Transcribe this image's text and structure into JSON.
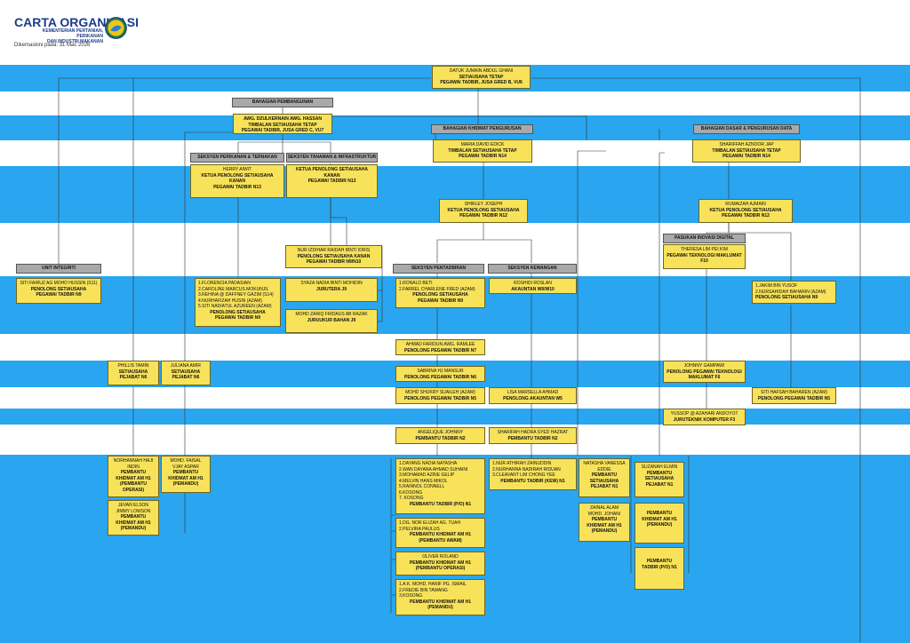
{
  "header": {
    "title": "CARTA ORGANISASI",
    "ministry": "KEMENTERIAN PERTANIAN, PERIKANAN\nDAN INDUSTRI MAKANAN",
    "updated": "Dikemaskini pada: 31 Mac 2026",
    "logo_icon": "ministry-logo"
  },
  "colors": {
    "band": "#29a6ef",
    "box": "#f7e25a",
    "section_header": "#a9a9a9",
    "title": "#1c3a8a"
  },
  "headers": {
    "pembangunan": "BAHAGIAN PEMBANGUNAN",
    "khidmat": "BAHAGIAN KHIDMAT PENGURUSAN",
    "dasar": "BAHAGIAN DASAR & PENGURUSAN DATA",
    "perikanan": "SEKSYEN PERIKANAN & TERNAKAN",
    "tanaman": "SEKSYEN TANAMAN & INFRASTRUKTUR",
    "integriti": "UNIT INTEGRITI",
    "pentadbiran": "SEKSYEN PENTADBIRAN",
    "kewangan": "SEKSYEN KEWANGAN",
    "inovasi": "PASUKAN INOVASI DIGITAL"
  },
  "boxes": {
    "setiausaha": {
      "name": "DATUK JUMAIN ABDUL GHANI",
      "title": "SETIAUSAHA TETAP\nPEGAWAI TADBIR, JUSA GRED B, VU6"
    },
    "timb_pembangunan": {
      "name": "",
      "title": "AWG. DZULKERNAIN AWG. HASSAN\nTIMBALAN SETIAUSAHA TETAP\nPEGAWAI TADBIR, JUSA GRED C, VU7"
    },
    "timb_khidmat": {
      "name": "MARIA DAVID EDICK",
      "title": "TIMBALAN SETIAUSAHA TETAP\nPEGAWAI TADBIR N14"
    },
    "timb_dasar": {
      "name": "SHARIFFAH AZNOOR JAP",
      "title": "TIMBALAN SETIAUSAHA TETAP\nPEGAWAI TADBIR N14"
    },
    "herry": {
      "name": "HERRY AIWIT",
      "title": "KETUA PENOLONG SETIAUSAHA\nKANAN\nPEGAWAI TADBIR N13"
    },
    "kps_tanaman": {
      "name": "",
      "title": "KETUA PENOLONG SETIAUSAHA\nKANAN\nPEGAWAI TADBIR N13"
    },
    "shirley": {
      "name": "SHIRLEY JOSEPH",
      "title": "KETUA PENOLONG SETIAUSAHA\nPEGAWAI TADBIR N12"
    },
    "rumaizah": {
      "name": "RUMAIZAH AJMAIN",
      "title": "KETUA PENOLONG SETIAUSAHA\nPEGAWAI TADBIR N12"
    },
    "nur_izdihar": {
      "name": "NUR IZDIHAR RAIDAH BINTI IDRIS",
      "title": "PENOLONG SETIAUSAHA KANAN\nPEGAWAI TADBIR N9/N10"
    },
    "theresa": {
      "name": "THERESA LIM PEI KIM",
      "title": "PEGAWAI TEKNOLOGI MAKLUMAT\nF10"
    },
    "siti_fairuz": {
      "name": "SITI FAIRUZ AG MOHD HUSSIN (S11)",
      "title": "PENOLONG SETIAUSAHA\nPEGAWAI TADBIR N9"
    },
    "florencia": {
      "name": "1.FLORENCIA PADASIAN\n2.CAROLINE MARCUS MOKUNJIL\n3.REHINA @ DAFFNEY GAZIM (S14)\n4.NURHAFIZAH HUSIN (AZAM)\n5.SITI NADIATUL AZUREEN (AZAM)",
      "title": "PENOLONG SETIAUSAHA\nPEGAWAI TADBIR N9"
    },
    "syaza": {
      "name": "SYAZA NADIA BINTI MOHIDIN",
      "title": "JURUTERA J9"
    },
    "zariq": {
      "name": "MOHD ZARIQ FIRDAUS AB RAZAK",
      "title": "JURUUKUR BAHAN J9"
    },
    "ronald": {
      "name": "1.RONALD BETI\n2.FARREL CHARLENE FRED (AZAM)",
      "title": "PENOLONG SETIAUSAHA\nPEGAWAI TADBIR N9"
    },
    "roshidi": {
      "name": "ROSHIDI ROSLAN",
      "title": "AKAUNTAN W9/W10"
    },
    "jakim": {
      "name": "1.JAKIM BIN YUSOF\n2.NURSAHIDAH BAHARIN (AZAM)",
      "title": "PENOLONG SETIAUSAHA N9"
    },
    "ahmad_faridun": {
      "name": "AHMAD FARIDUN AWG. RAMLEE",
      "title": "PENOLONG PEGAWAI TADBIR N7"
    },
    "phillis": {
      "name": "PHILLIS TAMIN",
      "title": "SETIAUSAHA\nPEJABAT N6"
    },
    "juliana": {
      "name": "JULIANA AMIR",
      "title": "SETIAUSAHA\nPEJABAT N6"
    },
    "sabrina": {
      "name": "SABRINA HJ MANSUR",
      "title": "PENOLONG PEGAWAI TADBIR N6"
    },
    "johnny_gampawi": {
      "name": "JOHNNY GAMPAWI",
      "title": "PENOLONG PEGAWAI TEKNOLOGI\nMAKLUMAT F6"
    },
    "shukry": {
      "name": "MOHD SHUKRY SUAILEH (AZAM)",
      "title": "PENOLONG PEGAWAI TADBIR N5"
    },
    "lisa": {
      "name": "LISA MARSELLA AHMAD",
      "title": "PENOLONG AKAUNTAN W5"
    },
    "siti_hafsah": {
      "name": "SITI HAFSAH BAHAREN (AZAM)",
      "title": "PENOLONG PEGAWAI TADBIR N5"
    },
    "yussop": {
      "name": "YUSSOP @ AZAHARI ANDOYOT",
      "title": "JURUTEKNIK KOMPUTER F3"
    },
    "angelique": {
      "name": "ANGELIQUE JOHNNY",
      "title": "PEMBANTU TADBIR N2"
    },
    "sharifah_hadra": {
      "name": "SHARIFAH HADRA SYED HAZRAT",
      "title": "PEMBANTU TADBIR N2"
    },
    "norhannah": {
      "name": "NORHANNAH HAJI\nINDIN",
      "title": "PEMBANTU\nKHIDMAT AM H1\n(PEMBANTU\nOPERASI)"
    },
    "faisal": {
      "name": "MOHD. FAISAL\nVJAY ASPAR",
      "title": "PEMBANTU\nKHIDMAT AM H1\n(PEMANDU)"
    },
    "dayang": {
      "name": "1.DAYANG NADIA NATASHA\n2.WAN DAYANA AHMAD SUHAINI\n3.MOHAMAD AZRIE GELIP\n4.MELVIN HANS MIKOL\n5.RAINNOL CONNELL\n6.KOSONG\n7. KOSONG",
      "title": "PEMBANTU TADBIR (P/O) N1"
    },
    "nur_athirah": {
      "name": "1.NUR ATHIRAH ZAINUDDIN\n2.NURHANNA NADIRAH RIDUAN\n3.CLEAVANT LIM CHONG YEE",
      "title": "PEMBANTU TADBIR (KEW) N1"
    },
    "natasha": {
      "name": "NATASHA VANESSA\nEDDIE",
      "title": "PEMBANTU\nSETIAUSAHA\nPEJABAT N1"
    },
    "suzanah": {
      "name": "SUZANAH ELMIN",
      "title": "PEMBANTU\nSETIAUSAHA\nPEJABAT N1"
    },
    "jevan": {
      "name": "JEVAN ELSON\nJIMMY LOWSON",
      "title": "PEMBANTU\nKHIDMAT AM H1\n(PEMANDU)"
    },
    "zainal": {
      "name": "ZAINAL ALAM\nMOHD. JOHANI",
      "title": "PEMBANTU\nKHIDMAT AM H1\n(PEMANDU)"
    },
    "pka_dasar": {
      "name": "",
      "title": "PEMBANTU\nKHIDMAT AM H1\n(PEMANDU)"
    },
    "dg_nor": {
      "name": "1.DG. NOR ELIZAH AG. TUAH\n2.PELVIRA PAULUS",
      "title": "PEMBANTU KHIDMAT AM H1\n(PEMBANTU AWAM)"
    },
    "oliver": {
      "name": "OLIVER ROLAND",
      "title": "PEMBANTU KHIDMAT AM H1\n(PEMBANTU OPERASI)"
    },
    "ak_mohd": {
      "name": "1.A.K. MOHD. HANIF PG. ISMAIL\n2.FREDIE BIN TAWANG\n3.KOSONG",
      "title": "PEMBANTU KHIDMAT AM H1\n(PEMANDU)"
    },
    "pt_po_dasar": {
      "name": "",
      "title": "PEMBANTU\nTADBIR (P/O) N1"
    }
  }
}
